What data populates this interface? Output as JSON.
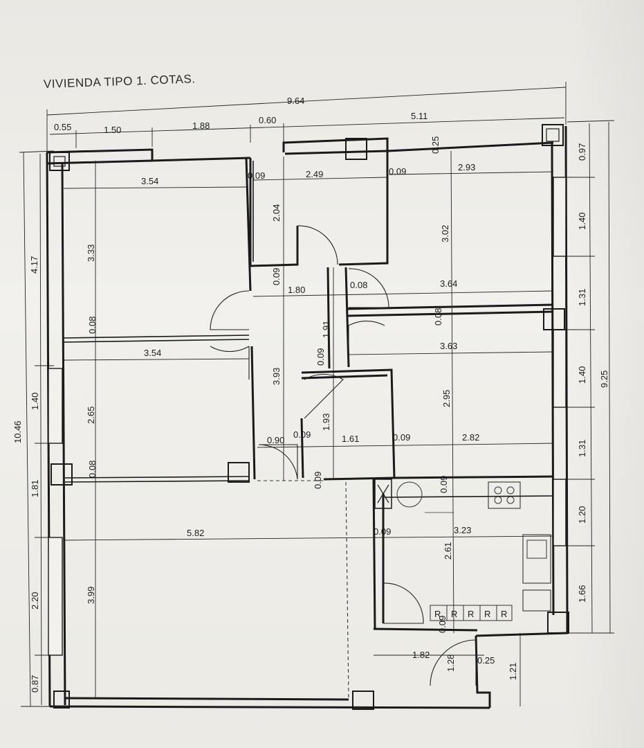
{
  "title": "VIVIENDA TIPO 1. COTAS.",
  "top_dims": {
    "total": "9.64",
    "a": "0.55",
    "b": "1.50",
    "c": "1.88",
    "d": "0.60",
    "e": "5.11"
  },
  "left_dims": {
    "total": "10.46",
    "a": "4.17",
    "b": "1.40",
    "c": "1.81",
    "d": "2.20",
    "e": "0.87"
  },
  "right_dims": {
    "total": "9.25",
    "a": "0.97",
    "b": "1.40",
    "c": "1.31",
    "d": "1.40",
    "e": "1.31",
    "f": "1.20",
    "g": "1.66"
  },
  "bottom_dims": {
    "a": "1.82",
    "b": "1.28",
    "c": "0.25",
    "d": "1.21"
  },
  "rooms": {
    "r1_w": "3.54",
    "r1_h": "3.33",
    "r1_wall": "0.08",
    "r2_w": "3.54",
    "r2_h": "2.65",
    "r2_wall": "0.08",
    "bath_w": "2.49",
    "bath_h": "2.04",
    "bath_wall_l": "0.09",
    "bath_wall_r": "0.09",
    "r3_w": "2.93",
    "r3_h": "3.02",
    "r3_wall_top": "0.25",
    "hall_w": "1.80",
    "hall_h": "3.93",
    "hall_wall_a": "0.09",
    "hall_wall_b": "0.08",
    "mid_h": "1.91",
    "mid_wall": "0.09",
    "r4_top": "3.64",
    "r4_wall": "0.08",
    "r5_w": "3.63",
    "r5_h": "2.95",
    "bath2_w": "1.61",
    "bath2_h": "1.93",
    "bath2_wall_l": "0.09",
    "bath2_wall_r": "0.09",
    "door_w": "0.90",
    "r6_w": "2.82",
    "wall_b1": "0.09",
    "wall_b2": "0.09",
    "living_w": "5.82",
    "living_h": "3.99",
    "kitchen_wall": "0.09",
    "kitchen_w": "3.23",
    "kitchen_h": "2.61",
    "kitchen_top_wall": "0.09",
    "kitchen_bot_wall": "0.09"
  },
  "fixture_letter": "R",
  "fixture_icons": [
    "stove-icon",
    "sink-icon",
    "washbasin-icon",
    "column-icon"
  ]
}
